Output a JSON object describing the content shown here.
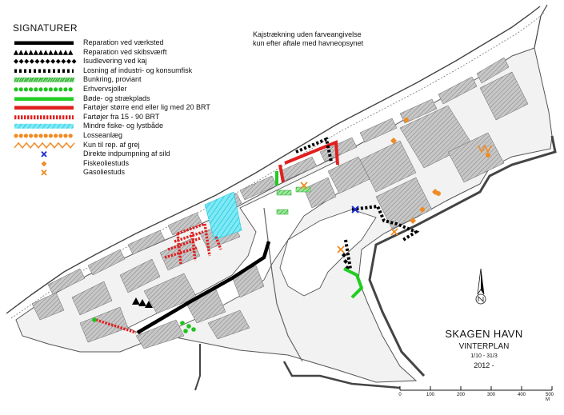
{
  "legend": {
    "title": "SIGNATURER",
    "items": [
      {
        "label": "Reparation ved værksted",
        "icon": "thick-black-line",
        "color": "#000000"
      },
      {
        "label": "Reparation ved skibsværft",
        "icon": "black-triangles",
        "color": "#000000"
      },
      {
        "label": "Isudlevering ved kaj",
        "icon": "black-diamonds",
        "color": "#000000"
      },
      {
        "label": "Losning af industri- og konsumfisk",
        "icon": "black-dashes",
        "color": "#000000"
      },
      {
        "label": "Bunkring, proviant",
        "icon": "hatched-green-bar",
        "color": "#3ec43e"
      },
      {
        "label": "Erhvervsjoller",
        "icon": "green-dots",
        "color": "#1fc41f"
      },
      {
        "label": "Bøde- og strækplads",
        "icon": "green-line",
        "color": "#22cc22"
      },
      {
        "label": "Fartøjer større end eller lig med 20 BRT",
        "icon": "red-line",
        "color": "#e02020"
      },
      {
        "label": "Fartøjer fra 15 - 90 BRT",
        "icon": "red-dashes",
        "color": "#e02020"
      },
      {
        "label": "Mindre fiske- og lystbåde",
        "icon": "cyan-hatch",
        "color": "#22d4e8"
      },
      {
        "label": "Losseanlæg",
        "icon": "orange-dots",
        "color": "#f08a24"
      },
      {
        "label": "Kun til rep. af grej",
        "icon": "orange-zigzag",
        "color": "#f08a24"
      },
      {
        "label": "Direkte indpumpning af sild",
        "icon": "blue-cross",
        "color": "#1a2bd8"
      },
      {
        "label": "Fiskeoliestuds",
        "icon": "orange-diamond",
        "color": "#f08a24"
      },
      {
        "label": "Gasoliestuds",
        "icon": "orange-cross",
        "color": "#f08a24"
      }
    ]
  },
  "note": {
    "line1": "Kajstrækning uden farveangivelse",
    "line2": "kun efter aftale med havneopsynet"
  },
  "title_block": {
    "title": "SKAGEN HAVN",
    "subtitle": "VINTERPLAN",
    "period": "1/10 - 31/3",
    "year": "2012 -"
  },
  "scale": {
    "labels": [
      "0",
      "100",
      "200",
      "300",
      "400",
      "500 M"
    ]
  },
  "colors": {
    "land": "#f4f4f4",
    "building": "#b5b5b5",
    "outline": "#555555",
    "water": "#ffffff"
  }
}
